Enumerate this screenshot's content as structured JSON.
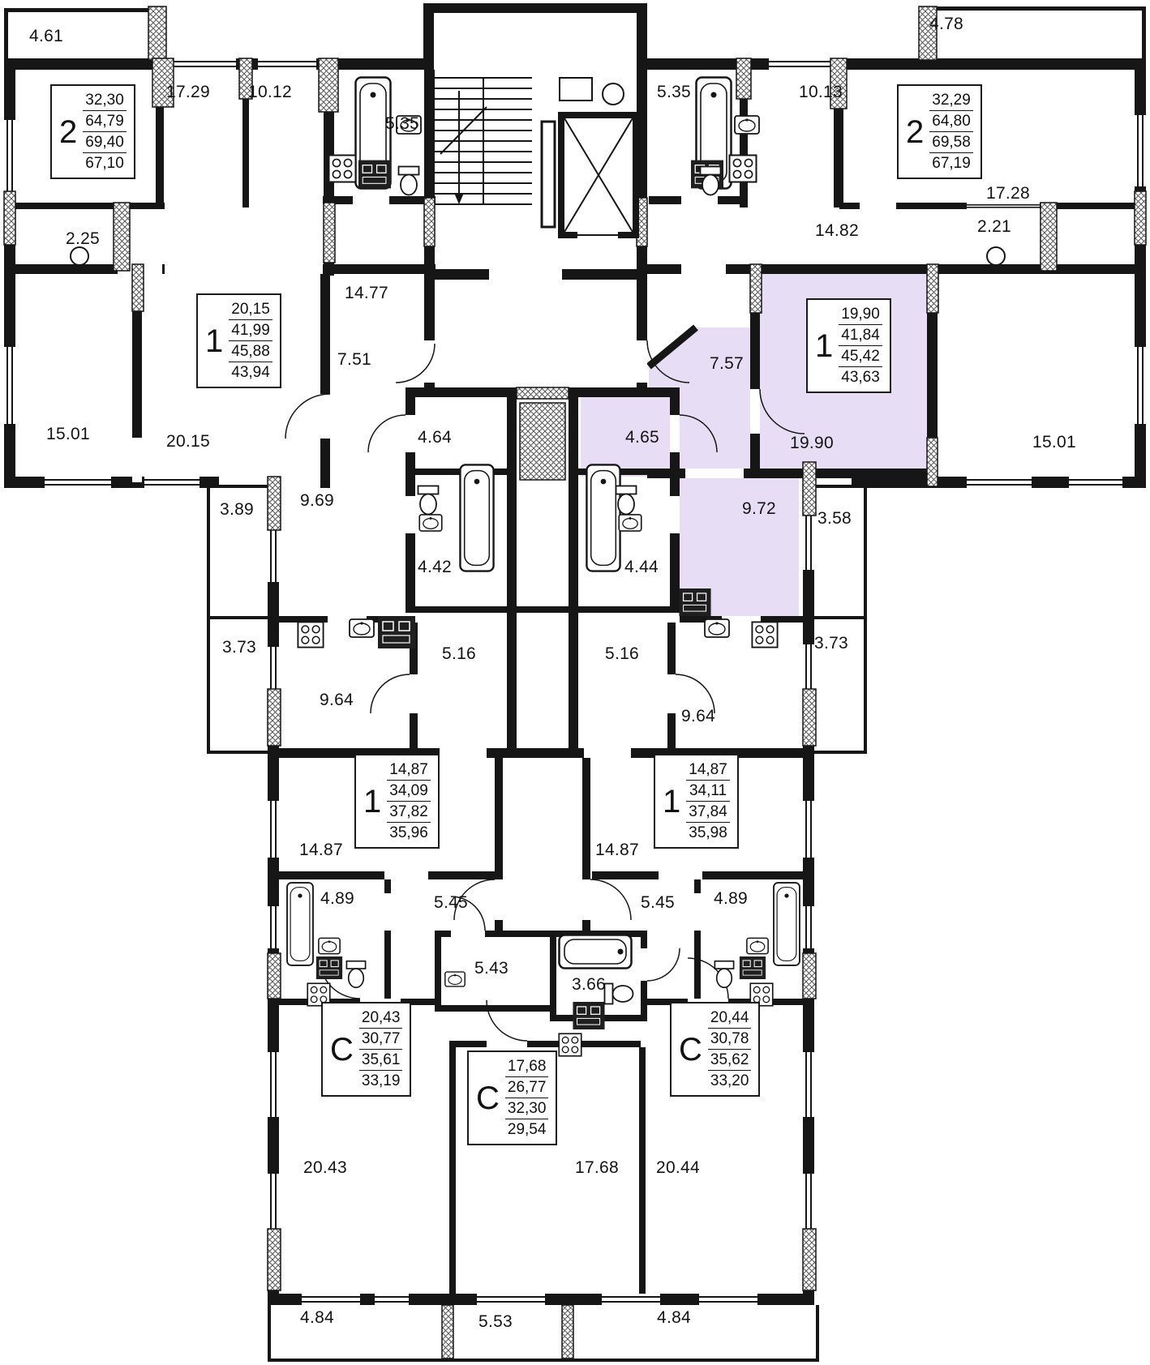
{
  "plan": {
    "highlight_color": "#e7def5",
    "wall_color": "#161616"
  },
  "labels": [
    {
      "id": "balcony-top-left",
      "text": "4.61"
    },
    {
      "id": "room-17-29",
      "text": "17.29"
    },
    {
      "id": "room-10-12",
      "text": "10.12"
    },
    {
      "id": "bath-5-35-left",
      "text": "5.35"
    },
    {
      "id": "bath-5-35-right",
      "text": "5.35"
    },
    {
      "id": "room-10-13",
      "text": "10.13"
    },
    {
      "id": "balcony-top-right",
      "text": "4.78"
    },
    {
      "id": "loggia-2-25",
      "text": "2.25"
    },
    {
      "id": "corridor-14-82",
      "text": "14.82"
    },
    {
      "id": "loggia-2-21",
      "text": "2.21"
    },
    {
      "id": "room-17-28",
      "text": "17.28"
    },
    {
      "id": "corridor-14-77",
      "text": "14.77"
    },
    {
      "id": "corridor-7-51",
      "text": "7.51"
    },
    {
      "id": "corridor-7-57",
      "text": "7.57"
    },
    {
      "id": "room-15-01-left",
      "text": "15.01"
    },
    {
      "id": "room-20-15",
      "text": "20.15"
    },
    {
      "id": "wc-4-64",
      "text": "4.64"
    },
    {
      "id": "wc-4-65",
      "text": "4.65"
    },
    {
      "id": "room-19-90",
      "text": "19.90"
    },
    {
      "id": "room-15-01-right",
      "text": "15.01"
    },
    {
      "id": "balcony-3-89",
      "text": "3.89"
    },
    {
      "id": "kitchen-9-69",
      "text": "9.69"
    },
    {
      "id": "kitchen-9-72",
      "text": "9.72"
    },
    {
      "id": "balcony-3-58",
      "text": "3.58"
    },
    {
      "id": "bath-4-42",
      "text": "4.42"
    },
    {
      "id": "bath-4-44",
      "text": "4.44"
    },
    {
      "id": "balcony-3-73-left",
      "text": "3.73"
    },
    {
      "id": "hall-5-16-left",
      "text": "5.16"
    },
    {
      "id": "hall-5-16-right",
      "text": "5.16"
    },
    {
      "id": "balcony-3-73-right",
      "text": "3.73"
    },
    {
      "id": "kitchen-9-64-left",
      "text": "9.64"
    },
    {
      "id": "kitchen-9-64-right",
      "text": "9.64"
    },
    {
      "id": "room-14-87-left",
      "text": "14.87"
    },
    {
      "id": "room-14-87-right",
      "text": "14.87"
    },
    {
      "id": "bath-4-89-left",
      "text": "4.89"
    },
    {
      "id": "hall-5-45-left",
      "text": "5.45"
    },
    {
      "id": "hall-5-45-right",
      "text": "5.45"
    },
    {
      "id": "bath-4-89-right",
      "text": "4.89"
    },
    {
      "id": "hall-5-43",
      "text": "5.43"
    },
    {
      "id": "bath-3-66",
      "text": "3.66"
    },
    {
      "id": "studio-20-43",
      "text": "20.43"
    },
    {
      "id": "studio-17-68",
      "text": "17.68"
    },
    {
      "id": "studio-20-44",
      "text": "20.44"
    },
    {
      "id": "balcony-4-84-left",
      "text": "4.84"
    },
    {
      "id": "balcony-5-53",
      "text": "5.53"
    },
    {
      "id": "balcony-4-84-right",
      "text": "4.84"
    }
  ],
  "apartments": [
    {
      "type": "2",
      "areas": [
        "32,30",
        "64,79",
        "69,40",
        "67,10"
      ]
    },
    {
      "type": "2",
      "areas": [
        "32,29",
        "64,80",
        "69,58",
        "67,19"
      ]
    },
    {
      "type": "1",
      "areas": [
        "20,15",
        "41,99",
        "45,88",
        "43,94"
      ]
    },
    {
      "type": "1",
      "areas": [
        "19,90",
        "41,84",
        "45,42",
        "43,63"
      ]
    },
    {
      "type": "1",
      "areas": [
        "14,87",
        "34,09",
        "37,82",
        "35,96"
      ]
    },
    {
      "type": "1",
      "areas": [
        "14,87",
        "34,11",
        "37,84",
        "35,98"
      ]
    },
    {
      "type": "С",
      "areas": [
        "20,43",
        "30,77",
        "35,61",
        "33,19"
      ]
    },
    {
      "type": "С",
      "areas": [
        "17,68",
        "26,77",
        "32,30",
        "29,54"
      ]
    },
    {
      "type": "С",
      "areas": [
        "20,44",
        "30,78",
        "35,62",
        "33,20"
      ]
    }
  ]
}
